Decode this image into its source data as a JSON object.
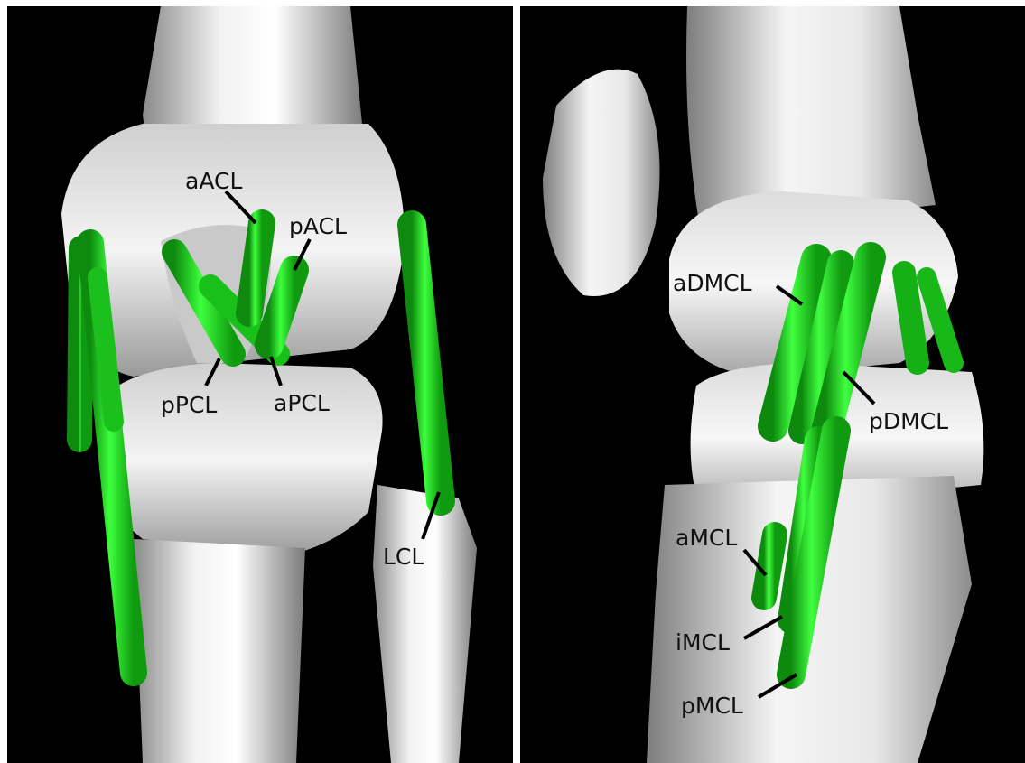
{
  "labels": {
    "left": {
      "aACL": "aACL",
      "pACL": "pACL",
      "pPCL": "pPCL",
      "aPCL": "aPCL",
      "LCL": "LCL"
    },
    "right": {
      "aDMCL": "aDMCL",
      "pDMCL": "pDMCL",
      "aMCL": "aMCL",
      "iMCL": "iMCL",
      "pMCL": "pMCL"
    }
  },
  "colors": {
    "ligament": "#22dd22",
    "bone": "#d9d9d9",
    "background": "#000000",
    "divider": "#ffffff"
  }
}
